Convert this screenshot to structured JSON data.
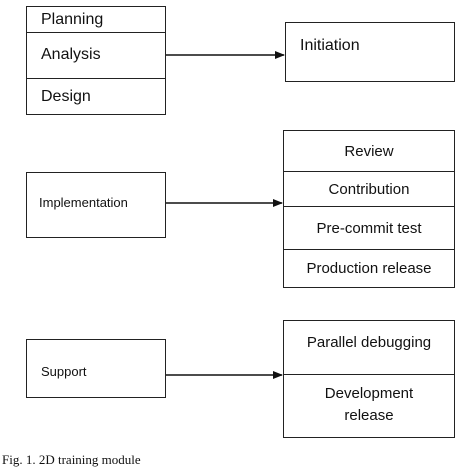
{
  "stage_one": {
    "items": [
      "Planning",
      "Analysis",
      "Design"
    ],
    "target": "Initiation"
  },
  "stage_two": {
    "source": "Implementation",
    "targets": [
      "Review",
      "Contribution",
      "Pre-commit test",
      "Production release"
    ]
  },
  "stage_three": {
    "source": "Support",
    "targets": [
      "Parallel debugging",
      "Development release"
    ]
  },
  "caption": "Fig. 1.    2D training module"
}
